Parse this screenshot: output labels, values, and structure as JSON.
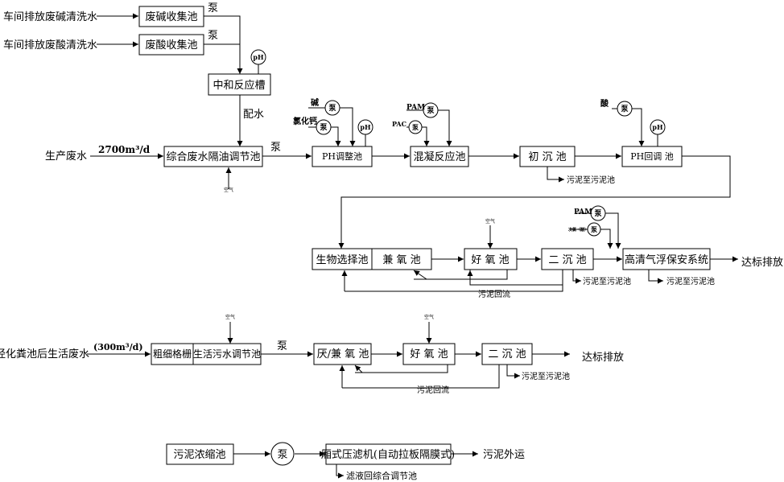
{
  "labels": {
    "in_alkali": "车间排放废碱清洗水",
    "in_acid": "车间排放废酸清洗水",
    "alkali_pool": "废碱收集池",
    "acid_pool": "废酸收集池",
    "pump": "泵",
    "ph": "pH",
    "neutral_tank": "中和反应槽",
    "water_mix": "配水",
    "prod_waste": "生产废水",
    "flow1": "2700m³/d",
    "comp_pool": "综合废水隔油调节池",
    "air": "空气",
    "alkali": "碱",
    "cacl": "氯化钙",
    "ph_caps": "PH",
    "ph_adjust": "PH调整池",
    "pam": "PAM",
    "pac": "PAC",
    "coag": "混凝反应池",
    "primary": "初 沉 池",
    "sludge_to": "污泥至污泥池",
    "acid": "酸",
    "ph_back": "PH回调 池",
    "pam2": "PAM",
    "reagent_small": "次氯（酸）",
    "bio_select": "生物选择池",
    "facult": "兼 氧 池",
    "aerobic": "好 氧 池",
    "secondary": "二 沉 池",
    "daf": "高清气浮保安系统",
    "discharge": "达标排放",
    "sludge_return": "污泥回流",
    "dom_waste": "经化粪池后生活废水",
    "flow2": "(300m³/d)",
    "screen": "粗细格栅",
    "dom_pool": "生活污水调节池",
    "anaer": "厌/兼 氧 池",
    "aerobic2": "好 氧 池",
    "secondary2": "二 沉 池",
    "discharge2": "达标排放",
    "thickener": "污泥浓缩池",
    "filter_press": "厢式压滤机(自动拉板隔膜式)",
    "sludge_out": "污泥外运",
    "filtrate": "滤液回综合调节池"
  }
}
